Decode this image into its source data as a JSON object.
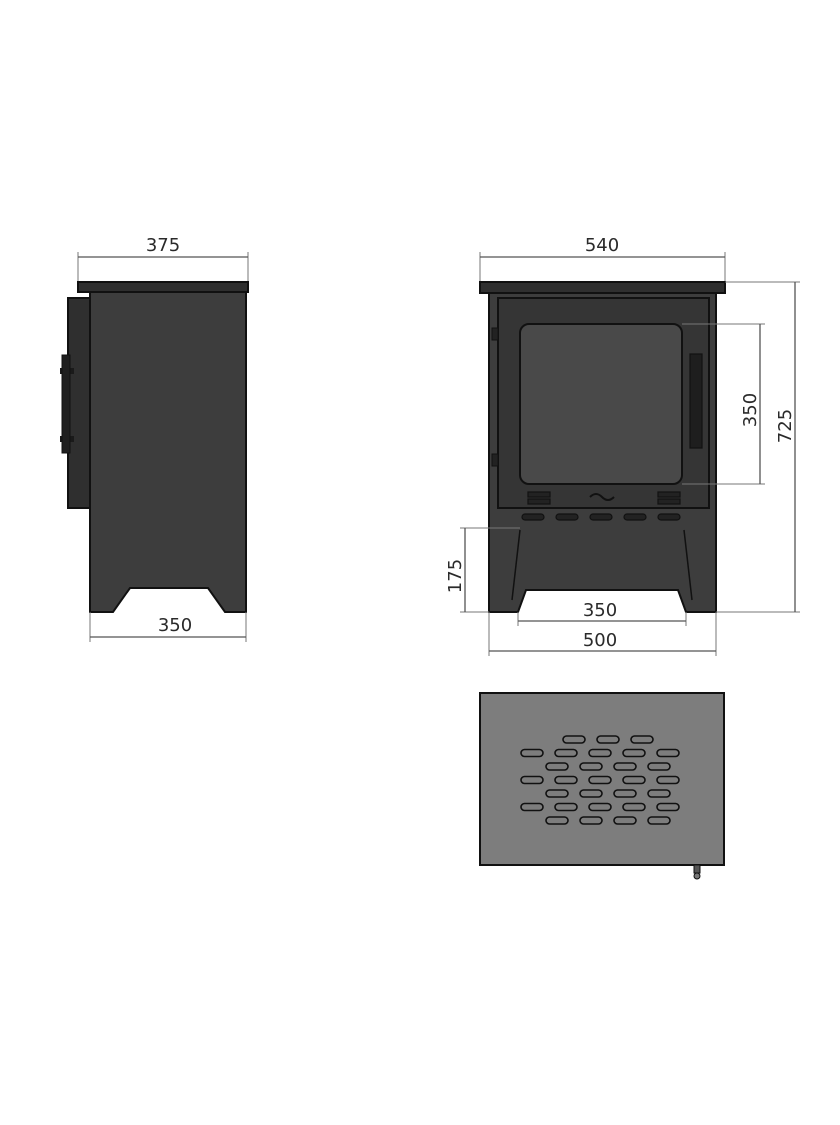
{
  "colors": {
    "stove_body": "#3d3d3d",
    "stove_top_view": "#7d7d7d",
    "dimension_lines": "#555555",
    "background": "#ffffff"
  },
  "side_view": {
    "top_width": "375",
    "base_width": "350"
  },
  "front_view": {
    "top_width": "540",
    "glass_height": "350",
    "total_height": "725",
    "leg_height": "175",
    "opening_width": "350",
    "body_width": "500"
  },
  "top_view": {
    "vent_slots": [
      {
        "row": 1,
        "count": 3
      },
      {
        "row": 2,
        "count": 5
      },
      {
        "row": 3,
        "count": 4
      },
      {
        "row": 4,
        "count": 5
      },
      {
        "row": 5,
        "count": 4
      },
      {
        "row": 6,
        "count": 5
      },
      {
        "row": 7,
        "count": 4
      }
    ]
  }
}
